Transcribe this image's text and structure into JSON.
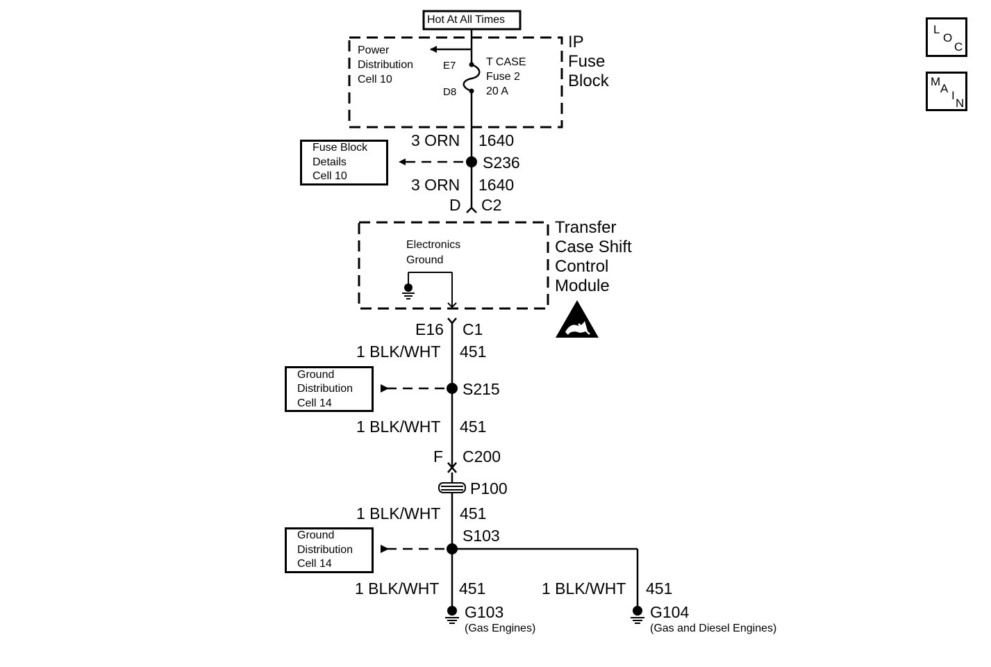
{
  "power_source": "Hot At All Times",
  "fuse_block": {
    "name": [
      "IP",
      "Fuse",
      "Block"
    ],
    "power_dist_ref": [
      "Power",
      "Distribution",
      "Cell 10"
    ],
    "pin_in": "E7",
    "pin_out": "D8",
    "fuse": [
      "T CASE",
      "Fuse 2",
      "20 A"
    ]
  },
  "fuse_details_ref": [
    "Fuse Block",
    "Details",
    "Cell 10"
  ],
  "wire_top": {
    "color": "3 ORN",
    "circuit": "1640"
  },
  "splice_top": "S236",
  "wire_mid": {
    "color": "3 ORN",
    "circuit": "1640"
  },
  "module_conn_top": {
    "pin": "D",
    "connector": "C2"
  },
  "module": {
    "name": [
      "Transfer",
      "Case Shift",
      "Control",
      "Module"
    ],
    "internal": [
      "Electronics",
      "Ground"
    ]
  },
  "module_conn_bottom": {
    "pin": "E16",
    "connector": "C1"
  },
  "wire_gnd1": {
    "color": "1 BLK/WHT",
    "circuit": "451"
  },
  "ground_ref_1": [
    "Ground",
    "Distribution",
    "Cell 14"
  ],
  "splice_s215": "S215",
  "wire_gnd2": {
    "color": "1 BLK/WHT",
    "circuit": "451"
  },
  "inline_conn": {
    "pin": "F",
    "connector": "C200"
  },
  "passthrough": "P100",
  "wire_gnd3": {
    "color": "1 BLK/WHT",
    "circuit": "451"
  },
  "splice_s103": "S103",
  "ground_ref_2": [
    "Ground",
    "Distribution",
    "Cell 14"
  ],
  "wire_g103": {
    "color": "1 BLK/WHT",
    "circuit": "451"
  },
  "wire_g104": {
    "color": "1 BLK/WHT",
    "circuit": "451"
  },
  "ground_g103": {
    "name": "G103",
    "note": "(Gas Engines)"
  },
  "ground_g104": {
    "name": "G104",
    "note": "(Gas and Diesel Engines)"
  },
  "nav": {
    "loc": [
      "L",
      "O",
      "C"
    ],
    "main": [
      "M",
      "A",
      "I",
      "N"
    ]
  },
  "icons": {
    "esd": "esd-warning-icon",
    "ground": "ground-symbol-icon"
  },
  "colors": {
    "line": "#000000",
    "background": "#ffffff"
  }
}
